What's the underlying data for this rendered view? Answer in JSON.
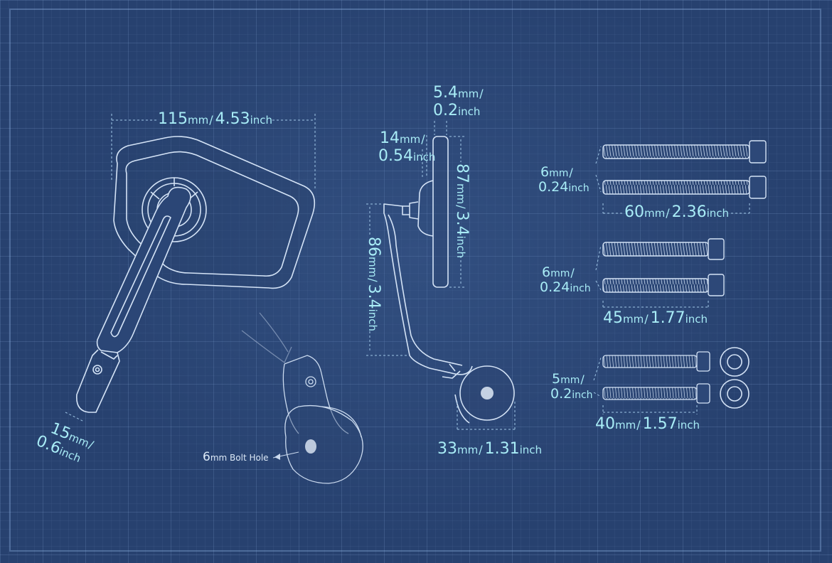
{
  "dimensions": {
    "mirror_width": {
      "value": "115",
      "unit": "mm",
      "sep": "/",
      "alt_value": "4.53",
      "alt_unit": "inch"
    },
    "clamp_width": {
      "value": "15",
      "unit": "mm",
      "sep": "/",
      "alt_value": "0.6",
      "alt_unit": "inch"
    },
    "bolt_hole": {
      "value": "6",
      "unit": "mm",
      "text": "Bolt Hole"
    },
    "glass_thickness": {
      "value": "5.4",
      "unit": "mm",
      "sep": "/",
      "alt_value": "0.2",
      "alt_unit": "inch"
    },
    "housing_depth": {
      "value": "14",
      "unit": "mm",
      "sep": "/",
      "alt_value": "0.54",
      "alt_unit": "inch"
    },
    "mirror_height": {
      "value": "87",
      "unit": "mm",
      "sep": "/",
      "alt_value": "3.4",
      "alt_unit": "inch"
    },
    "arm_height": {
      "value": "86",
      "unit": "mm",
      "sep": "/",
      "alt_value": "3.4",
      "alt_unit": "inch"
    },
    "end_diameter": {
      "value": "33",
      "unit": "mm",
      "sep": "/",
      "alt_value": "1.31",
      "alt_unit": "inch"
    }
  },
  "bolts": [
    {
      "diameter": {
        "value": "6",
        "unit": "mm",
        "sep": "/",
        "alt_value": "0.24",
        "alt_unit": "inch"
      },
      "length": {
        "value": "60",
        "unit": "mm",
        "sep": "/",
        "alt_value": "2.36",
        "alt_unit": "inch"
      }
    },
    {
      "diameter": {
        "value": "6",
        "unit": "mm",
        "sep": "/",
        "alt_value": "0.24",
        "alt_unit": "inch"
      },
      "length": {
        "value": "45",
        "unit": "mm",
        "sep": "/",
        "alt_value": "1.77",
        "alt_unit": "inch"
      }
    },
    {
      "diameter": {
        "value": "5",
        "unit": "mm",
        "sep": "/",
        "alt_value": "0.2",
        "alt_unit": "inch"
      },
      "length": {
        "value": "40",
        "unit": "mm",
        "sep": "/",
        "alt_value": "1.57",
        "alt_unit": "inch"
      }
    }
  ],
  "colors": {
    "background": "#27416f",
    "line": "#d4e3f6",
    "label": "#a8ecf6"
  }
}
